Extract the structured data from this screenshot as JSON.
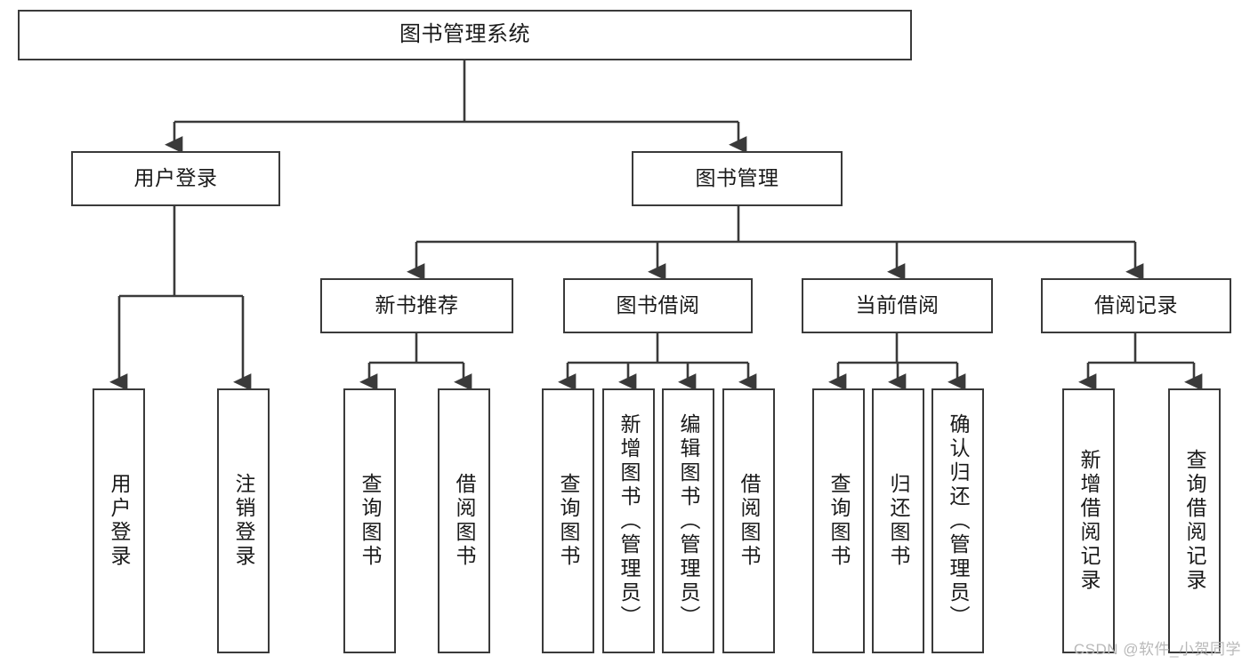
{
  "diagram": {
    "title": "图书管理系统",
    "type": "tree-hierarchy-diagram",
    "watermark": "CSDN @软件_小贺同学",
    "colors": {
      "box_border": "#3a3a3a",
      "box_fill": "#ffffff",
      "connector": "#3a3a3a",
      "text": "#1a1a1a",
      "watermark": "#b9b9b9",
      "background": "#ffffff"
    },
    "nodes": {
      "root": {
        "label": "图书管理系统"
      },
      "level2": [
        {
          "id": "user-login",
          "label": "用户登录"
        },
        {
          "id": "book-manage",
          "label": "图书管理"
        }
      ],
      "level3": [
        {
          "id": "new-book-rec",
          "label": "新书推荐"
        },
        {
          "id": "book-borrow",
          "label": "图书借阅"
        },
        {
          "id": "current-borrow",
          "label": "当前借阅"
        },
        {
          "id": "borrow-record",
          "label": "借阅记录"
        }
      ],
      "leaves": {
        "user-login": [
          {
            "id": "leaf-user-login",
            "label": "用户登录"
          },
          {
            "id": "leaf-user-logout",
            "label": "注销登录"
          }
        ],
        "new-book-rec": [
          {
            "id": "leaf-query-book-1",
            "label": "查询图书"
          },
          {
            "id": "leaf-borrow-book-1",
            "label": "借阅图书"
          }
        ],
        "book-borrow": [
          {
            "id": "leaf-query-book-2",
            "label": "查询图书"
          },
          {
            "id": "leaf-add-book",
            "label": "新增图书（管理员）"
          },
          {
            "id": "leaf-edit-book",
            "label": "编辑图书（管理员）"
          },
          {
            "id": "leaf-borrow-book-2",
            "label": "借阅图书"
          }
        ],
        "current-borrow": [
          {
            "id": "leaf-query-book-3",
            "label": "查询图书"
          },
          {
            "id": "leaf-return-book",
            "label": "归还图书"
          },
          {
            "id": "leaf-confirm-return",
            "label": "确认归还（管理员）"
          }
        ],
        "borrow-record": [
          {
            "id": "leaf-add-record",
            "label": "新增借阅记录"
          },
          {
            "id": "leaf-query-record",
            "label": "查询借阅记录"
          }
        ]
      }
    }
  }
}
